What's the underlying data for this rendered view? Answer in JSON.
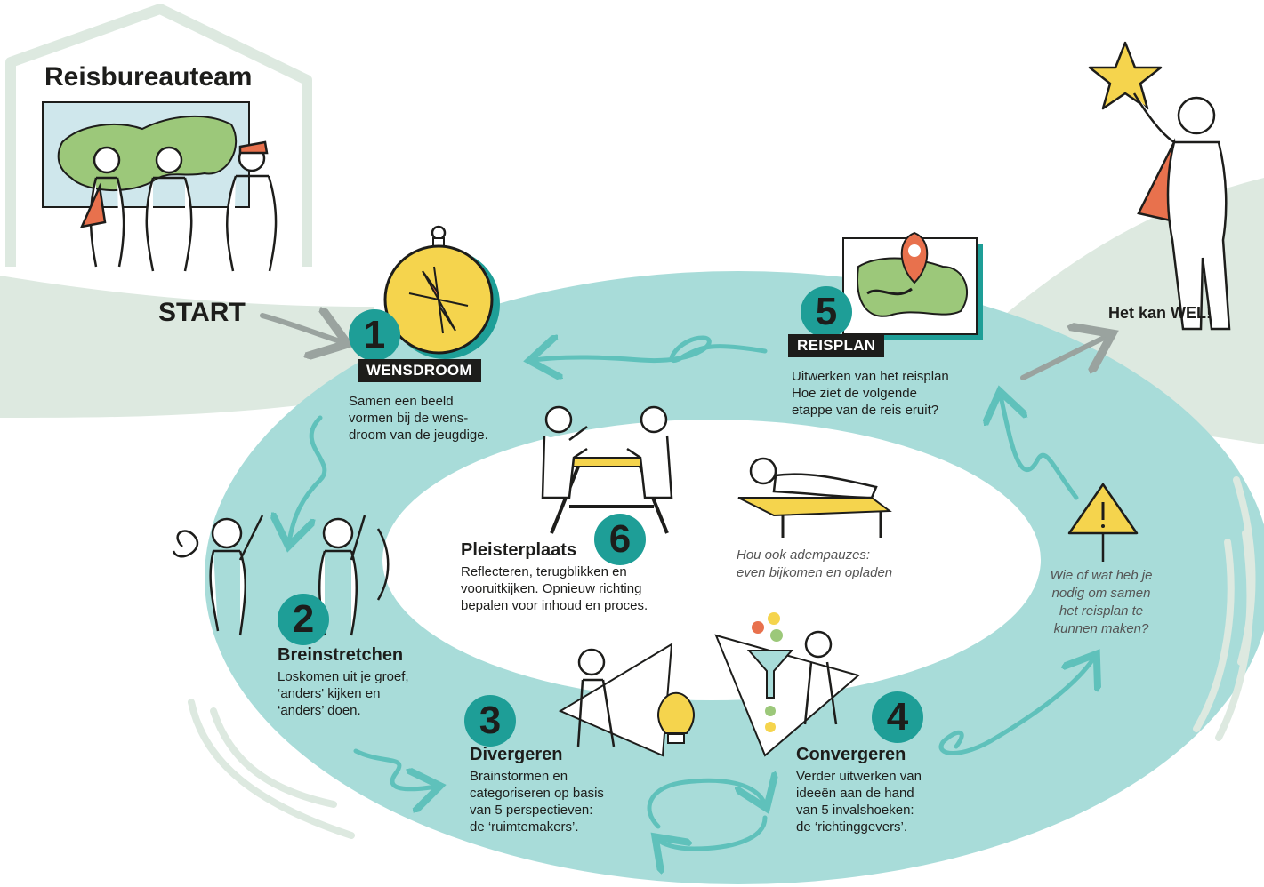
{
  "team": {
    "title": "Reisbureauteam"
  },
  "start_label": "START",
  "finish_label": "Het kan WEL!",
  "colors": {
    "teal": "#a8dcd9",
    "teal_dark": "#1e9e97",
    "green_band": "#dde9e0",
    "accent_red": "#e8714d",
    "yellow": "#f5d44d"
  },
  "steps": [
    {
      "number": "1",
      "badge": "WENSDROOM",
      "description": "Samen een beeld\nvormen bij de wens-\ndroom van de jeugdige."
    },
    {
      "number": "2",
      "title": "Breinstretchen",
      "description": "Loskomen uit je groef,\n‘anders' kijken en\n‘anders’ doen."
    },
    {
      "number": "3",
      "title": "Divergeren",
      "description": "Brainstormen en\ncategoriseren op basis\nvan 5 perspectieven:\nde ‘ruimtemakers’."
    },
    {
      "number": "4",
      "title": "Convergeren",
      "description": "Verder uitwerken van\nideeën aan de hand\nvan 5 invalshoeken:\nde ‘richtinggevers’."
    },
    {
      "number": "5",
      "badge": "REISPLAN",
      "description": "Uitwerken van het reisplan\nHoe ziet de volgende\netappe van de reis eruit?"
    },
    {
      "number": "6",
      "title": "Pleisterplaats",
      "description": "Reflecteren, terugblikken en\nvooruitkijken. Opnieuw richting\nbepalen voor inhoud en proces."
    }
  ],
  "rest_note": "Hou ook adempauzes:\neven bijkomen en opladen",
  "warning_note": "Wie of wat heb je\nnodig om samen\nhet reisplan te\nkunnen maken?",
  "icons": [
    "compass-icon",
    "map-pin-icon",
    "star-icon",
    "warning-icon",
    "lightbulb-icon",
    "funnel-icon",
    "cycle-arrows-icon",
    "map-icon"
  ]
}
